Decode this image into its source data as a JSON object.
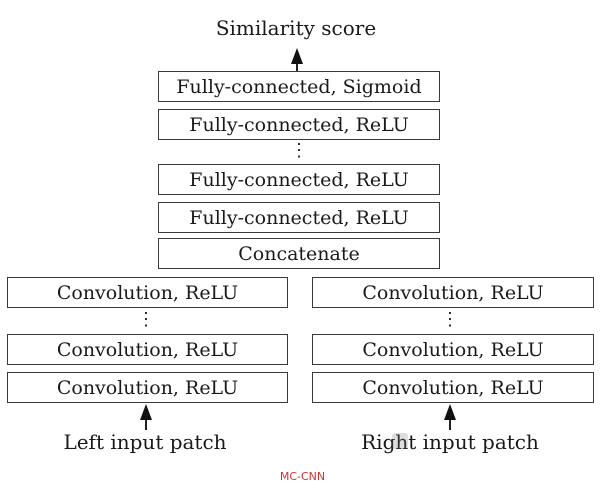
{
  "title": "Similarity score",
  "head_layers": [
    "Fully-connected, Sigmoid",
    "Fully-connected, ReLU",
    "Fully-connected, ReLU",
    "Fully-connected, ReLU"
  ],
  "concat_label": "Concatenate",
  "left_branch": {
    "layers": [
      "Convolution, ReLU",
      "Convolution, ReLU",
      "Convolution, ReLU"
    ],
    "input_label": "Left input patch"
  },
  "right_branch": {
    "layers": [
      "Convolution, ReLU",
      "Convolution, ReLU",
      "Convolution, ReLU"
    ],
    "input_label": "Right input patch"
  },
  "ellipsis": "⋮",
  "caption": "MC-CNN"
}
